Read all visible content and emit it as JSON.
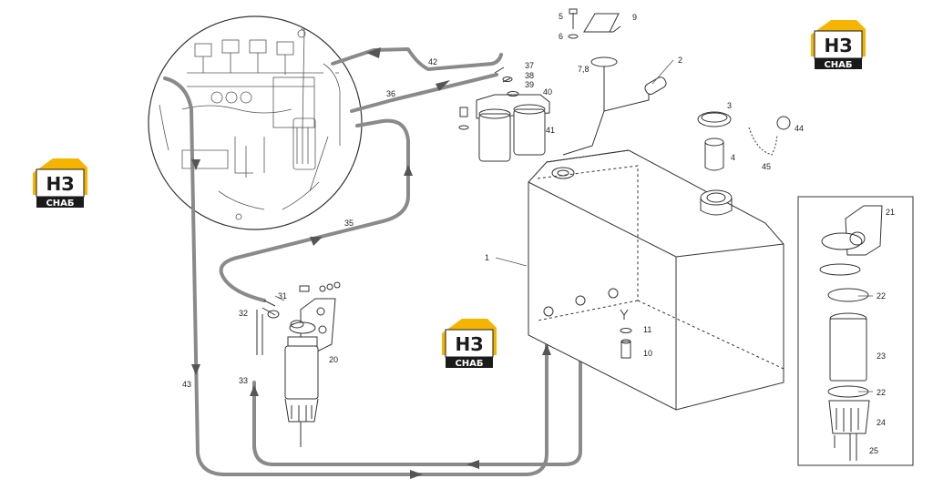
{
  "colors": {
    "pipe": "#8a8a8a",
    "line": "#333333",
    "logo_accent": "#f5b400",
    "logo_dark": "#1a1a1a"
  },
  "logo": {
    "top": "НЗ",
    "bottom": "СНАБ"
  },
  "callouts": [
    {
      "id": "c1",
      "text": "1"
    },
    {
      "id": "c2",
      "text": "2"
    },
    {
      "id": "c3",
      "text": "3"
    },
    {
      "id": "c4",
      "text": "4"
    },
    {
      "id": "c5",
      "text": "5"
    },
    {
      "id": "c6",
      "text": "6"
    },
    {
      "id": "c78",
      "text": "7,8"
    },
    {
      "id": "c9",
      "text": "9"
    },
    {
      "id": "c10",
      "text": "10"
    },
    {
      "id": "c11",
      "text": "11"
    },
    {
      "id": "c20",
      "text": "20"
    },
    {
      "id": "c21",
      "text": "21"
    },
    {
      "id": "c22a",
      "text": "22"
    },
    {
      "id": "c22b",
      "text": "22"
    },
    {
      "id": "c23",
      "text": "23"
    },
    {
      "id": "c24",
      "text": "24"
    },
    {
      "id": "c25",
      "text": "25"
    },
    {
      "id": "c31",
      "text": "31"
    },
    {
      "id": "c32",
      "text": "32"
    },
    {
      "id": "c33",
      "text": "33"
    },
    {
      "id": "c35",
      "text": "35"
    },
    {
      "id": "c36",
      "text": "36"
    },
    {
      "id": "c37",
      "text": "37"
    },
    {
      "id": "c38",
      "text": "38"
    },
    {
      "id": "c39",
      "text": "39"
    },
    {
      "id": "c40",
      "text": "40"
    },
    {
      "id": "c41",
      "text": "41"
    },
    {
      "id": "c42",
      "text": "42"
    },
    {
      "id": "c43",
      "text": "43"
    },
    {
      "id": "c44",
      "text": "44"
    },
    {
      "id": "c45",
      "text": "45"
    }
  ]
}
